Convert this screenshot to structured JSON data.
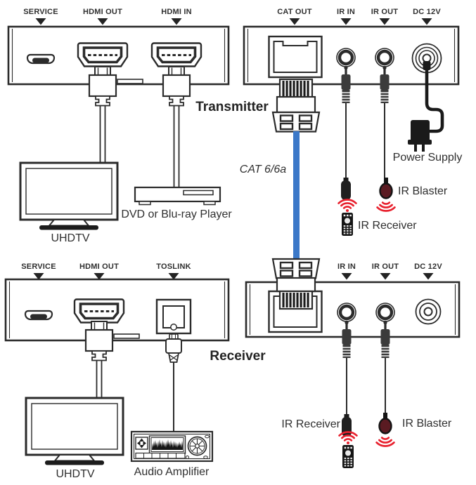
{
  "transmitter": {
    "label": "Transmitter",
    "front_ports": [
      "SERVICE",
      "HDMI OUT",
      "HDMI IN"
    ],
    "back_ports": [
      "CAT OUT",
      "IR IN",
      "IR OUT",
      "DC 12V"
    ]
  },
  "receiver": {
    "label": "Receiver",
    "front_ports": [
      "SERVICE",
      "HDMI OUT",
      "TOSLINK"
    ],
    "back_ports": [
      "IR IN",
      "IR OUT",
      "DC 12V"
    ]
  },
  "cable": {
    "label": "CAT 6/6a",
    "color": "#3b78c8"
  },
  "devices": {
    "uhdtv_top": "UHDTV",
    "dvd": "DVD or Blu-ray Player",
    "uhdtv_bottom": "UHDTV",
    "amplifier": "Audio Amplifier",
    "power_supply": "Power Supply"
  },
  "ir": {
    "blaster_top": "IR Blaster",
    "receiver_top": "IR Receiver",
    "receiver_bottom": "IR Receiver",
    "blaster_bottom": "IR Blaster",
    "signal_color": "#e8212e",
    "blaster_body_color": "#5a1b22"
  },
  "colors": {
    "line": "#2b2b2b"
  }
}
